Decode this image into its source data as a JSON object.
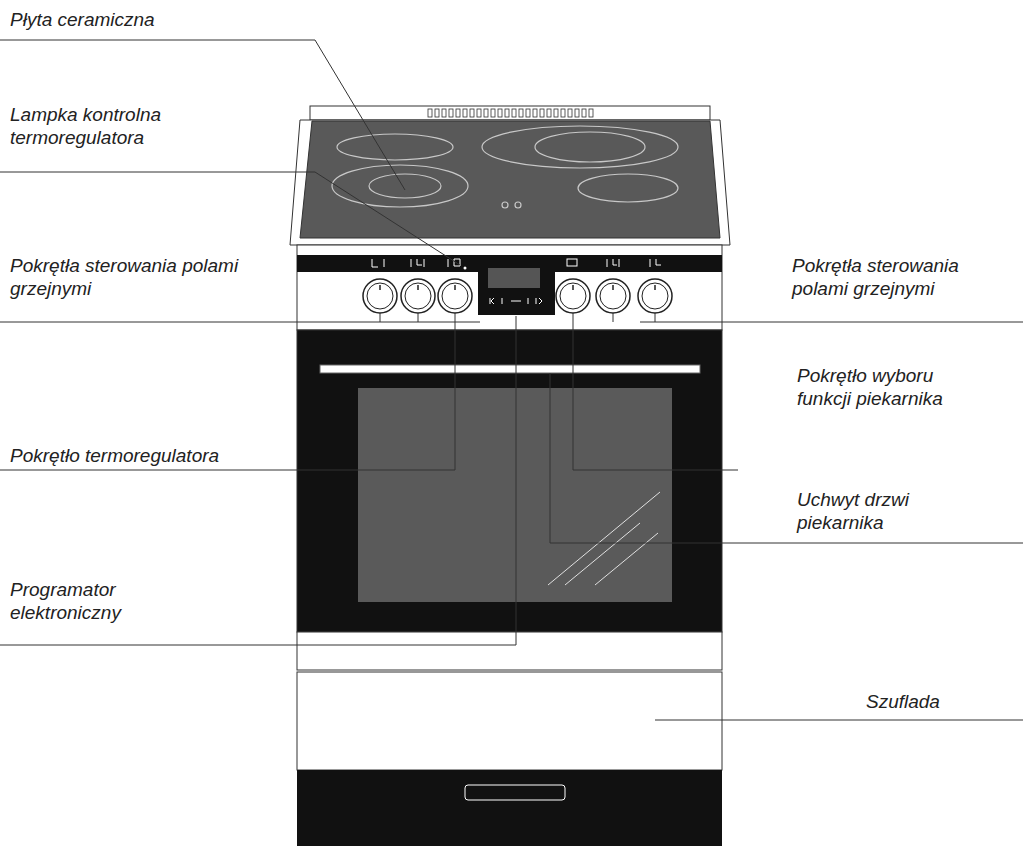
{
  "diagram": {
    "labels": [
      "Płyta ceramiczna",
      "Lampka kontrolna termoregulatora",
      "Pokrętła sterowania polami grzejnymi",
      "Pokrętła sterowania polami grzejnymi",
      "Pokrętło wyboru funkcji piekarnika",
      "Pokrętło termoregulatora",
      "Uchwyt drzwi piekarnika",
      "Programator elektroniczny",
      "Szuflada"
    ]
  }
}
